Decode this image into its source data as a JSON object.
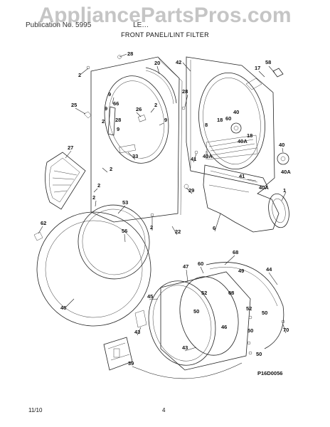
{
  "watermark": "AppliancePartsPros.com",
  "header": {
    "left": "Publication No. 5995",
    "right": "LE…",
    "section_title": "FRONT PANEL/LINT FILTER"
  },
  "diagram_code": "P16D0056",
  "footer": {
    "date": "11/10",
    "page": "4"
  },
  "callouts": [
    {
      "id": "c28a",
      "label": "28"
    },
    {
      "id": "c2a",
      "label": "2"
    },
    {
      "id": "c20",
      "label": "20"
    },
    {
      "id": "c42",
      "label": "42"
    },
    {
      "id": "c17",
      "label": "17"
    },
    {
      "id": "c58",
      "label": "58"
    },
    {
      "id": "c25",
      "label": "25"
    },
    {
      "id": "c9a",
      "label": "9"
    },
    {
      "id": "c66",
      "label": "66"
    },
    {
      "id": "c9b",
      "label": "9"
    },
    {
      "id": "c2b",
      "label": "2"
    },
    {
      "id": "c26",
      "label": "26"
    },
    {
      "id": "c28b",
      "label": "28"
    },
    {
      "id": "c28c",
      "label": "28"
    },
    {
      "id": "c9c",
      "label": "9"
    },
    {
      "id": "c2c",
      "label": "2"
    },
    {
      "id": "c9d",
      "label": "9"
    },
    {
      "id": "c40a",
      "label": "40"
    },
    {
      "id": "c8",
      "label": "8"
    },
    {
      "id": "c18a",
      "label": "18"
    },
    {
      "id": "c60a",
      "label": "60"
    },
    {
      "id": "c18b",
      "label": "18"
    },
    {
      "id": "c40Aa",
      "label": "40A"
    },
    {
      "id": "c27",
      "label": "27"
    },
    {
      "id": "c33",
      "label": "33"
    },
    {
      "id": "c2d",
      "label": "2"
    },
    {
      "id": "c41a",
      "label": "41"
    },
    {
      "id": "c40Ab",
      "label": "40A"
    },
    {
      "id": "c40b",
      "label": "40"
    },
    {
      "id": "c40Ac",
      "label": "40A"
    },
    {
      "id": "c2e",
      "label": "2"
    },
    {
      "id": "c2f",
      "label": "2"
    },
    {
      "id": "c29",
      "label": "29"
    },
    {
      "id": "c41b",
      "label": "41"
    },
    {
      "id": "c40Ad",
      "label": "40A"
    },
    {
      "id": "c1",
      "label": "1"
    },
    {
      "id": "c53",
      "label": "53"
    },
    {
      "id": "c62",
      "label": "62"
    },
    {
      "id": "c56",
      "label": "56"
    },
    {
      "id": "c2g",
      "label": "2"
    },
    {
      "id": "c22",
      "label": "22"
    },
    {
      "id": "c6",
      "label": "6"
    },
    {
      "id": "c68a",
      "label": "68"
    },
    {
      "id": "c47",
      "label": "47"
    },
    {
      "id": "c60b",
      "label": "60"
    },
    {
      "id": "c49",
      "label": "49"
    },
    {
      "id": "c44",
      "label": "44"
    },
    {
      "id": "c52a",
      "label": "52"
    },
    {
      "id": "c68b",
      "label": "68"
    },
    {
      "id": "c45",
      "label": "45"
    },
    {
      "id": "c46a",
      "label": "46"
    },
    {
      "id": "c50a",
      "label": "50"
    },
    {
      "id": "c52b",
      "label": "52"
    },
    {
      "id": "c50b",
      "label": "50"
    },
    {
      "id": "c43a",
      "label": "43"
    },
    {
      "id": "c46b",
      "label": "46"
    },
    {
      "id": "c50c",
      "label": "50"
    },
    {
      "id": "c70",
      "label": "70"
    },
    {
      "id": "c43b",
      "label": "43"
    },
    {
      "id": "c50d",
      "label": "50"
    },
    {
      "id": "c39",
      "label": "39"
    }
  ]
}
